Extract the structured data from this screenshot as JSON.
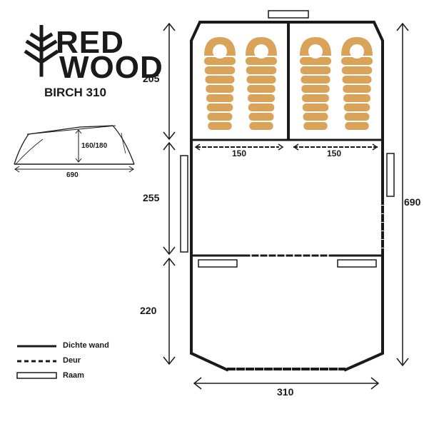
{
  "brand": {
    "line1": "RED",
    "line2": "WOOD"
  },
  "model": "BIRCH 310",
  "side_view": {
    "length_label": "690",
    "height_label": "160/180"
  },
  "floor_plan": {
    "dims": {
      "bedroom_depth": "205",
      "living_depth": "255",
      "porch_depth": "220",
      "total_length": "690",
      "total_width": "310",
      "bedroom_width_left": "150",
      "bedroom_width_right": "150"
    },
    "sleeping_bags_count": 4,
    "colors": {
      "wall": "#1a1a1a",
      "sleeping_bag": "#d9a45a"
    }
  },
  "legend": [
    {
      "style": "solid",
      "label": "Dichte wand"
    },
    {
      "style": "dashed",
      "label": "Deur"
    },
    {
      "style": "window",
      "label": "Raam"
    }
  ]
}
